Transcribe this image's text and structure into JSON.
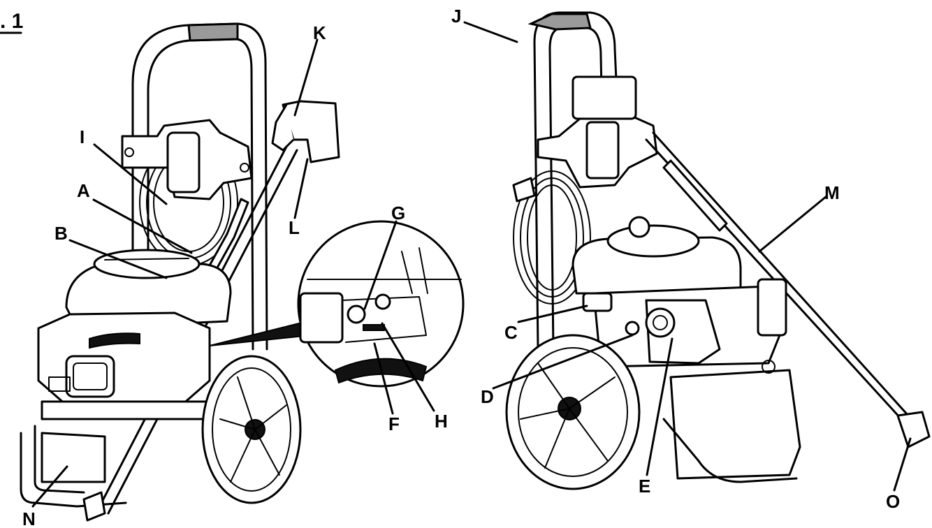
{
  "figure": {
    "label": ". 1"
  },
  "callouts": [
    {
      "id": "A",
      "text": "A"
    },
    {
      "id": "B",
      "text": "B"
    },
    {
      "id": "C",
      "text": "C"
    },
    {
      "id": "D",
      "text": "D"
    },
    {
      "id": "E",
      "text": "E"
    },
    {
      "id": "F",
      "text": "F"
    },
    {
      "id": "G",
      "text": "G"
    },
    {
      "id": "H",
      "text": "H"
    },
    {
      "id": "I",
      "text": "I"
    },
    {
      "id": "J",
      "text": "J"
    },
    {
      "id": "K",
      "text": "K"
    },
    {
      "id": "L",
      "text": "L"
    },
    {
      "id": "M",
      "text": "M"
    },
    {
      "id": "N",
      "text": "N"
    },
    {
      "id": "O",
      "text": "O"
    }
  ]
}
